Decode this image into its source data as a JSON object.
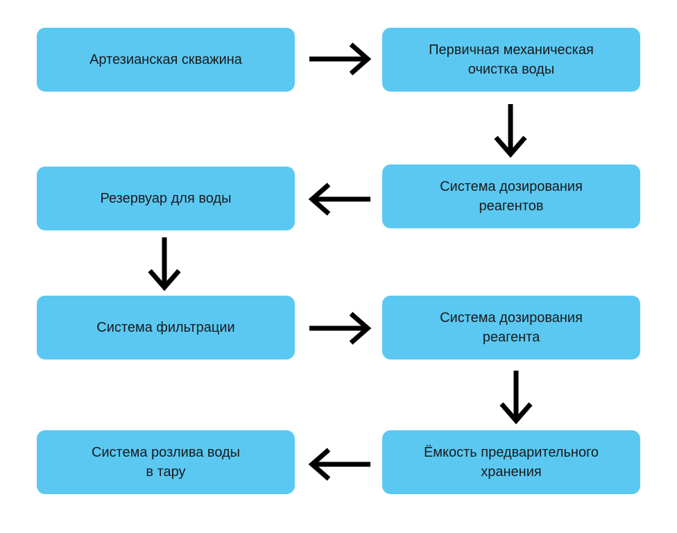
{
  "colors": {
    "box_fill": "#5bc8f2",
    "arrow": "#000000",
    "text": "#1a1a1a"
  },
  "nodes": [
    {
      "id": "artesian-well",
      "label": "Артезианская скважина"
    },
    {
      "id": "primary-mechanical-cleaning",
      "label": "Первичная механическая\nочистка воды"
    },
    {
      "id": "reagent-dosing-system-1",
      "label": "Система дозирования\nреагентов"
    },
    {
      "id": "water-reservoir",
      "label": "Резервуар для воды"
    },
    {
      "id": "filtration-system",
      "label": "Система фильтрации"
    },
    {
      "id": "reagent-dosing-system-2",
      "label": "Система дозирования\nреагента"
    },
    {
      "id": "pre-storage-tank",
      "label": "Ёмкость предварительного\nхранения"
    },
    {
      "id": "bottling-system",
      "label": "Система розлива воды\nв тару"
    }
  ],
  "edges": [
    {
      "from": "artesian-well",
      "to": "primary-mechanical-cleaning",
      "direction": "right"
    },
    {
      "from": "primary-mechanical-cleaning",
      "to": "reagent-dosing-system-1",
      "direction": "down"
    },
    {
      "from": "reagent-dosing-system-1",
      "to": "water-reservoir",
      "direction": "left"
    },
    {
      "from": "water-reservoir",
      "to": "filtration-system",
      "direction": "down"
    },
    {
      "from": "filtration-system",
      "to": "reagent-dosing-system-2",
      "direction": "right"
    },
    {
      "from": "reagent-dosing-system-2",
      "to": "pre-storage-tank",
      "direction": "down"
    },
    {
      "from": "pre-storage-tank",
      "to": "bottling-system",
      "direction": "left"
    }
  ]
}
